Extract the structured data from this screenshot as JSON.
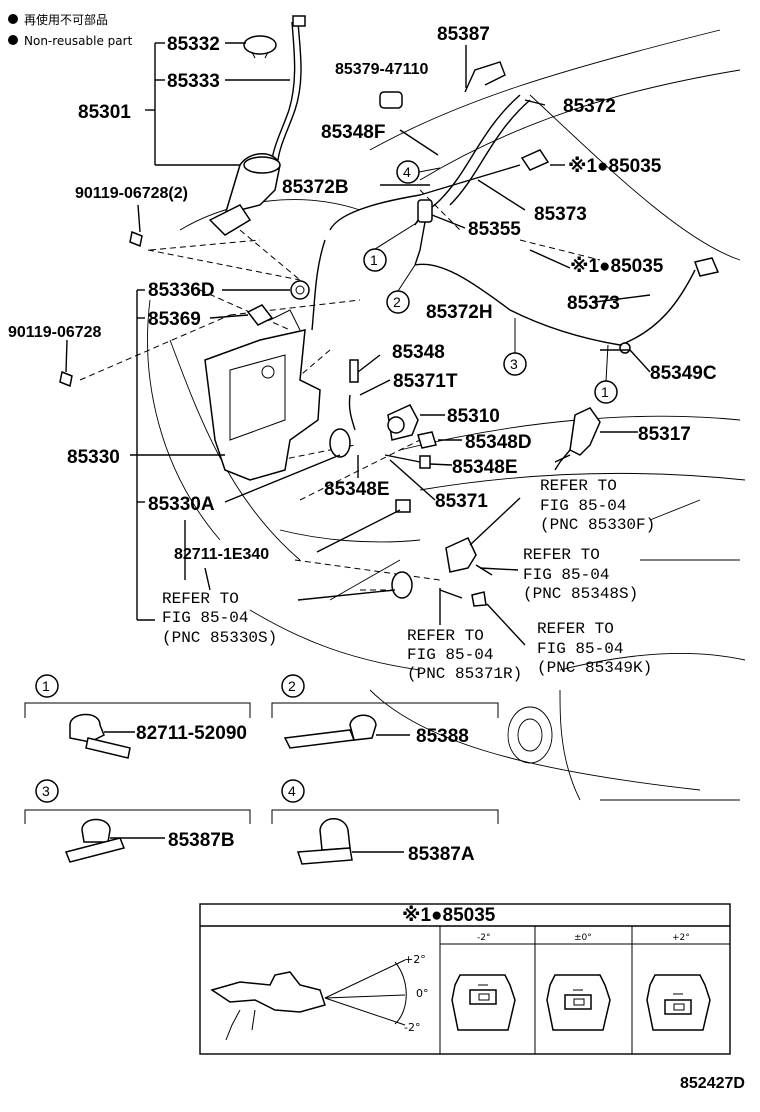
{
  "legend": {
    "line1": "再使用不可部品",
    "line2": "Non-reusable part"
  },
  "parts": {
    "p85332": "85332",
    "p85333": "85333",
    "p85301": "85301",
    "p90119_06728_2": "90119-06728(2)",
    "p85387": "85387",
    "p85379_47110": "85379-47110",
    "p85372": "85372",
    "p85348F": "85348F",
    "p85035_a": "※1●85035",
    "p85372B": "85372B",
    "p85373_a": "85373",
    "p85355": "85355",
    "p85035_b": "※1●85035",
    "p85373_b": "85373",
    "p85336D": "85336D",
    "p85369": "85369",
    "p90119_06728": "90119-06728",
    "p85372H": "85372H",
    "p85348": "85348",
    "p85349C": "85349C",
    "p85371T": "85371T",
    "p85310": "85310",
    "p85330": "85330",
    "p85348D": "85348D",
    "p85317": "85317",
    "p85348E_a": "85348E",
    "p85348E_b": "85348E",
    "p85371": "85371",
    "p85330A": "85330A",
    "p82711_1E340": "82711-1E340",
    "p82711_52090": "82711-52090",
    "p85388": "85388",
    "p85387B": "85387B",
    "p85387A": "85387A"
  },
  "refs": {
    "r1": [
      "REFER TO",
      "FIG 85-04",
      "(PNC 85330F)"
    ],
    "r2": [
      "REFER TO",
      "FIG 85-04",
      "(PNC 85348S)"
    ],
    "r3": [
      "REFER TO",
      "FIG 85-04",
      "(PNC 85330S)"
    ],
    "r4": [
      "REFER TO",
      "FIG 85-04",
      "(PNC 85371R)"
    ],
    "r5": [
      "REFER TO",
      "FIG 85-04",
      "(PNC 85349K)"
    ]
  },
  "callouts": [
    "1",
    "2",
    "3",
    "4"
  ],
  "detail": {
    "title": "※1●85035",
    "col1": "-2°",
    "col2": "±0°",
    "col3": "+2°",
    "angle_plus": "+2°",
    "angle_zero": "0°",
    "angle_minus": "-2°"
  },
  "figure_code": "852427D"
}
